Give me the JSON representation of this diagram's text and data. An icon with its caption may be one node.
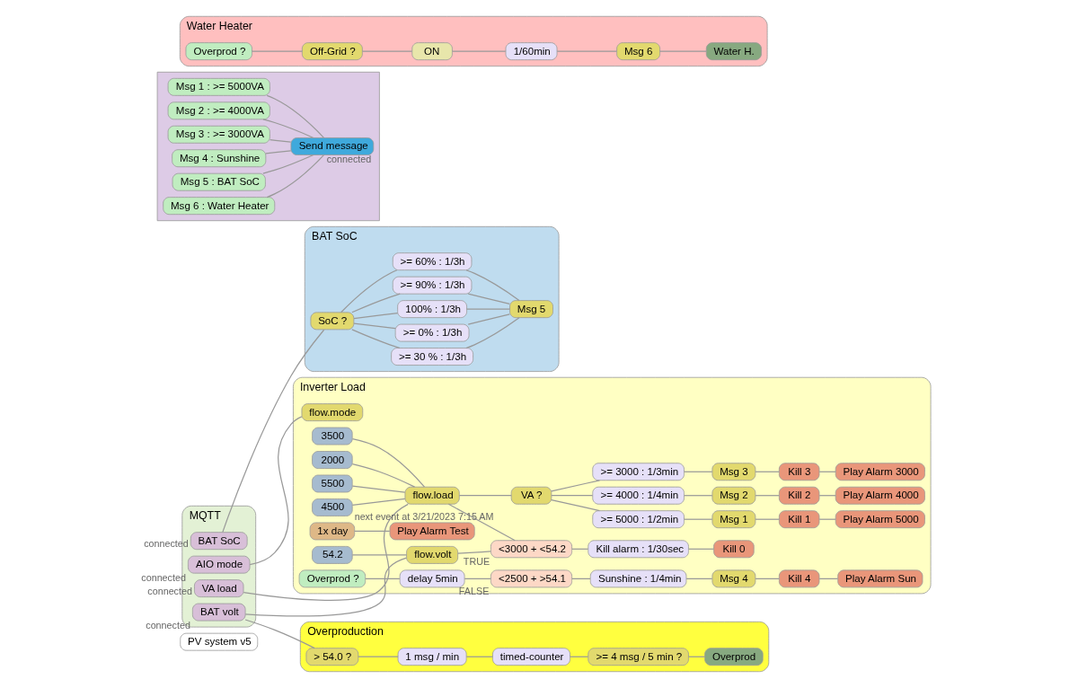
{
  "diagram": {
    "nodes": [
      {
        "text": [
          "PV system v5"
        ]
      },
      {
        "text": [
          "BAT SoC"
        ]
      },
      {
        "text": [
          "SoC ?"
        ],
        "in": 1
      },
      {
        "text": [
          "100% : 1/3h"
        ],
        "in": 1
      },
      {
        "text": [
          ">= 90% : 1/3h"
        ],
        "in": 1
      },
      {
        "text": [
          ">= 60% : 1/3h"
        ],
        "in": 1
      },
      {
        "text": [
          ">= 30 % : 1/3h"
        ],
        "in": 1
      },
      {
        "text": [
          ">= 0% : 1/3h"
        ],
        "in": 1
      },
      {
        "text": [
          "Msg 5"
        ],
        "in": 1
      },
      {
        "text": [],
        "shape": "box"
      },
      {
        "text": [
          "Msg 1 : >= 5000VA"
        ],
        "in": 9
      },
      {
        "text": [
          "Msg 2 : >= 4000VA"
        ],
        "in": 9
      },
      {
        "text": [
          "Msg 3 : >= 3000VA"
        ],
        "in": 9
      },
      {
        "text": [
          "Msg 4 : Sunshine"
        ],
        "in": 9
      },
      {
        "text": [
          "Msg 5 : BAT SoC"
        ],
        "in": 9
      },
      {
        "text": [
          "Msg 6 : Water Heater"
        ],
        "in": 9
      },
      {
        "text": [
          "Send message"
        ],
        "in": 9,
        "beside": [
          "connected"
        ]
      },
      {
        "text": [
          "MQTT"
        ]
      },
      {
        "text": [
          "BAT SoC"
        ],
        "in": 17,
        "beside": [
          "connected"
        ]
      },
      {
        "text": [
          "AIO mode"
        ],
        "in": 17,
        "beside": [
          "connected"
        ]
      },
      {
        "text": [
          "BAT volt"
        ],
        "in": 17,
        "beside": [
          "connected"
        ]
      },
      {
        "text": [
          "VA load"
        ],
        "in": 17,
        "beside": [
          "connected"
        ]
      },
      {
        "text": [
          "Overproduction"
        ]
      },
      {
        "text": [
          "> 54.0 ?"
        ],
        "in": 22
      },
      {
        "text": [
          "1 msg / min"
        ],
        "in": 22
      },
      {
        "text": [
          "timed-counter"
        ],
        "in": 22
      },
      {
        "text": [
          ">= 4 msg / 5 min ?"
        ],
        "in": 22
      },
      {
        "text": [
          "Overprod"
        ],
        "in": 22
      },
      {
        "text": [
          "Water Heater"
        ]
      },
      {
        "text": [
          "Overprod ?"
        ],
        "in": 28
      },
      {
        "text": [
          "Off-Grid ?"
        ],
        "in": 28
      },
      {
        "text": [
          "ON"
        ],
        "in": 28
      },
      {
        "text": [
          "1/60min"
        ],
        "in": 28
      },
      {
        "text": [
          "Msg 6"
        ],
        "in": 28
      },
      {
        "text": [
          "Water H."
        ],
        "in": 28
      },
      {
        "text": [
          "Inverter Load"
        ]
      },
      {
        "text": [
          "flow.mode"
        ],
        "in": 35
      },
      {
        "text": [
          "54.2"
        ],
        "in": 35
      },
      {
        "text": [
          "flow.volt"
        ],
        "in": 35
      },
      {
        "text": [
          "5500"
        ],
        "in": 35
      },
      {
        "text": [
          "flow.load"
        ],
        "in": 35
      },
      {
        "text": [
          "4500"
        ],
        "in": 35
      },
      {
        "text": [
          "3500"
        ],
        "in": 35
      },
      {
        "text": [
          "2000"
        ],
        "in": 35
      },
      {
        "text": [
          "Overprod ?"
        ],
        "in": 35
      },
      {
        "text": [
          "delay 5min"
        ],
        "in": 35
      },
      {
        "text": [
          "<3000 + <54.2"
        ],
        "in": 35,
        "beside": [
          "TRUE"
        ]
      },
      {
        "text": [
          "VA ?"
        ],
        "in": 35
      },
      {
        "text": [
          "<2500 + >54.1"
        ],
        "in": 35,
        "beside": [
          "FALSE"
        ]
      },
      {
        "text": [
          "Kill alarm : 1/30sec"
        ],
        "in": 35
      },
      {
        "text": [
          ">= 5000 : 1/2min"
        ],
        "in": 35
      },
      {
        "text": [
          ">= 4000 : 1/4min"
        ],
        "in": 35
      },
      {
        "text": [
          ">= 3000 : 1/3min"
        ],
        "in": 35
      },
      {
        "text": [
          "Sunshine : 1/4min"
        ],
        "in": 35
      },
      {
        "text": [
          "Kill 0"
        ],
        "in": 35
      },
      {
        "text": [
          "Msg 1"
        ],
        "in": 35
      },
      {
        "text": [
          "Msg 2"
        ],
        "in": 35
      },
      {
        "text": [
          "Msg 3"
        ],
        "in": 35
      },
      {
        "text": [
          "Msg 4"
        ],
        "in": 35
      },
      {
        "text": [
          "1x day"
        ],
        "in": 35,
        "beside": [
          "next event at 3/21/2023 7:15 AM"
        ]
      },
      {
        "text": [
          "Kill 1"
        ],
        "in": 35
      },
      {
        "text": [
          "Kill 2"
        ],
        "in": 35
      },
      {
        "text": [
          "Kill 3"
        ],
        "in": 35
      },
      {
        "text": [
          "Kill 4"
        ],
        "in": 35
      },
      {
        "text": [
          "Play Alarm Test"
        ],
        "in": 35
      },
      {
        "text": [
          "Play Alarm 5000"
        ],
        "in": 35
      },
      {
        "text": [
          "Play Alarm 4000"
        ],
        "in": 35
      },
      {
        "text": [
          "Play Alarm 3000"
        ],
        "in": 35
      },
      {
        "text": [
          "Play Alarm Sun"
        ],
        "in": 35
      }
    ],
    "edges": [
      {
        "from": 18,
        "to": 2,
        "arrow": "none"
      },
      {
        "from": 2,
        "to": 3,
        "arrow": "none"
      },
      {
        "from": 2,
        "to": 4,
        "arrow": "none"
      },
      {
        "from": 2,
        "to": 5,
        "arrow": "none"
      },
      {
        "from": 2,
        "to": 6,
        "arrow": "none"
      },
      {
        "from": 2,
        "to": 7,
        "arrow": "none"
      },
      {
        "from": 3,
        "to": 8,
        "arrow": "none"
      },
      {
        "from": 4,
        "to": 8,
        "arrow": "none"
      },
      {
        "from": 5,
        "to": 8,
        "arrow": "none"
      },
      {
        "from": 6,
        "to": 8,
        "arrow": "none"
      },
      {
        "from": 7,
        "to": 8,
        "arrow": "none"
      },
      {
        "from": 10,
        "to": 16,
        "arrow": "none"
      },
      {
        "from": 11,
        "to": 16,
        "arrow": "none"
      },
      {
        "from": 12,
        "to": 16,
        "arrow": "none"
      },
      {
        "from": 13,
        "to": 16,
        "arrow": "none"
      },
      {
        "from": 14,
        "to": 16,
        "arrow": "none"
      },
      {
        "from": 15,
        "to": 16,
        "arrow": "none"
      },
      {
        "from": 19,
        "to": 36,
        "arrow": "none"
      },
      {
        "from": 20,
        "to": 38,
        "arrow": "none"
      },
      {
        "from": 20,
        "to": 23,
        "arrow": "none"
      },
      {
        "from": 21,
        "to": 40,
        "arrow": "none"
      },
      {
        "from": 23,
        "to": 24,
        "arrow": "none"
      },
      {
        "from": 24,
        "to": 25,
        "arrow": "none"
      },
      {
        "from": 25,
        "to": 26,
        "arrow": "none"
      },
      {
        "from": 26,
        "to": 27,
        "arrow": "none"
      },
      {
        "from": 29,
        "to": 30,
        "arrow": "none"
      },
      {
        "from": 30,
        "to": 31,
        "arrow": "none"
      },
      {
        "from": 31,
        "to": 32,
        "arrow": "none"
      },
      {
        "from": 32,
        "to": 33,
        "arrow": "none"
      },
      {
        "from": 33,
        "to": 34,
        "arrow": "none"
      },
      {
        "from": 37,
        "to": 38,
        "arrow": "none"
      },
      {
        "from": 39,
        "to": 40,
        "arrow": "none"
      },
      {
        "from": 41,
        "to": 40,
        "arrow": "none"
      },
      {
        "from": 42,
        "to": 40,
        "arrow": "none"
      },
      {
        "from": 43,
        "to": 40,
        "arrow": "none"
      },
      {
        "from": 38,
        "to": 46,
        "arrow": "none"
      },
      {
        "from": 40,
        "to": 46,
        "arrow": "none"
      },
      {
        "from": 40,
        "to": 47,
        "arrow": "none"
      },
      {
        "from": 47,
        "to": 50,
        "arrow": "none"
      },
      {
        "from": 47,
        "to": 51,
        "arrow": "none"
      },
      {
        "from": 47,
        "to": 52,
        "arrow": "none"
      },
      {
        "from": 44,
        "to": 45,
        "arrow": "none"
      },
      {
        "from": 45,
        "to": 48,
        "arrow": "none"
      },
      {
        "from": 48,
        "to": 53,
        "arrow": "none"
      },
      {
        "from": 46,
        "to": 49,
        "arrow": "none"
      },
      {
        "from": 49,
        "to": 54,
        "arrow": "none"
      },
      {
        "from": 50,
        "to": 55,
        "arrow": "none"
      },
      {
        "from": 51,
        "to": 56,
        "arrow": "none"
      },
      {
        "from": 52,
        "to": 57,
        "arrow": "none"
      },
      {
        "from": 53,
        "to": 58,
        "arrow": "none"
      },
      {
        "from": 55,
        "to": 60,
        "arrow": "none"
      },
      {
        "from": 56,
        "to": 61,
        "arrow": "none"
      },
      {
        "from": 57,
        "to": 62,
        "arrow": "none"
      },
      {
        "from": 58,
        "to": 63,
        "arrow": "none"
      },
      {
        "from": 59,
        "to": 64,
        "arrow": "none"
      },
      {
        "from": 60,
        "to": 65,
        "arrow": "none"
      },
      {
        "from": 61,
        "to": 66,
        "arrow": "none"
      },
      {
        "from": 62,
        "to": 67,
        "arrow": "none"
      },
      {
        "from": 63,
        "to": 68,
        "arrow": "none"
      }
    ]
  }
}
